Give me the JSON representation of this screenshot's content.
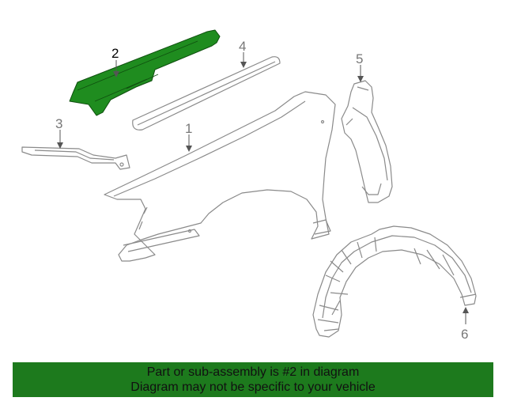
{
  "callouts": {
    "one": "1",
    "two": "2",
    "three": "3",
    "four": "4",
    "five": "5",
    "six": "6"
  },
  "banner": {
    "line1": "Part or sub-assembly is #2 in diagram",
    "line2": "Diagram may not be specific to your vehicle"
  },
  "colors": {
    "highlight": "#1f8c1f",
    "outline": "#8a8a8a",
    "banner": "#1d7a1d"
  }
}
